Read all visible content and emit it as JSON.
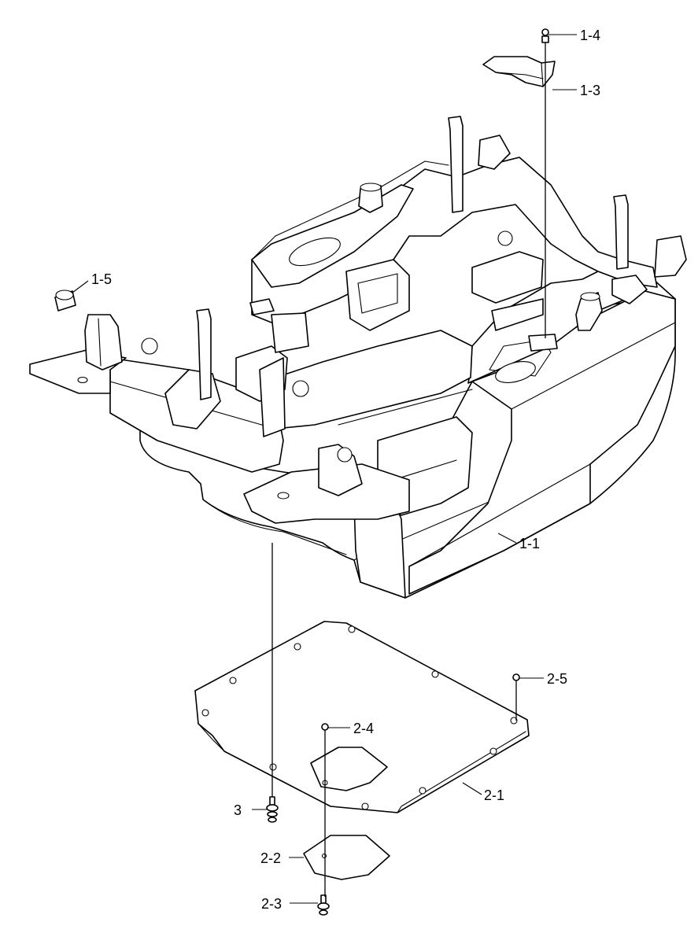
{
  "callouts": {
    "c_1_1": "1-1",
    "c_1_3": "1-3",
    "c_1_4": "1-4",
    "c_1_5": "1-5",
    "c_2_1": "2-1",
    "c_2_2": "2-2",
    "c_2_3": "2-3",
    "c_2_4": "2-4",
    "c_2_5": "2-5",
    "c_3": "3"
  }
}
